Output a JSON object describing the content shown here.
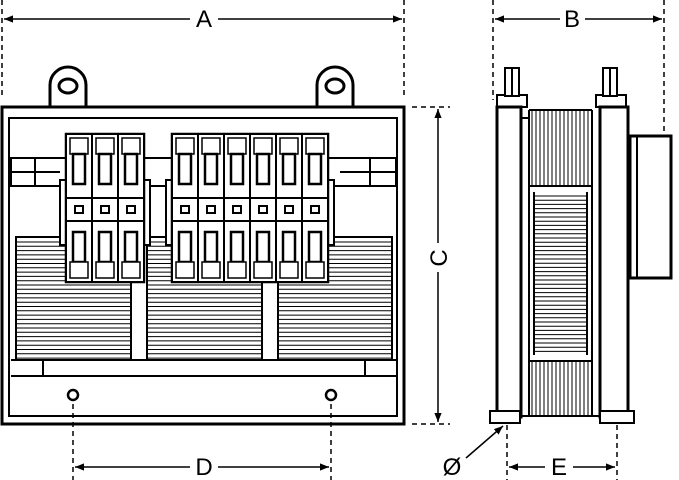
{
  "dimensions": {
    "A": "A",
    "B": "B",
    "C": "C",
    "D": "D",
    "E": "E",
    "diameter": "Ø"
  },
  "colors": {
    "ink": "#000000",
    "paper": "#ffffff"
  }
}
